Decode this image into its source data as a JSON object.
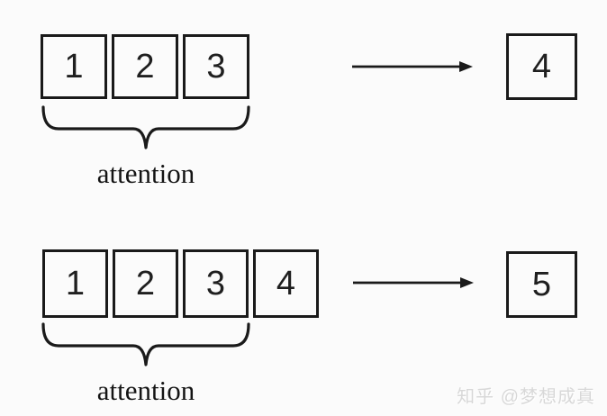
{
  "colors": {
    "line": "#1a1a1a",
    "background": "#fbfbfb",
    "watermark_text": "#d8d8d8"
  },
  "diagram": {
    "rows": [
      {
        "tokens": [
          "1",
          "2",
          "3"
        ],
        "brace_label": "attention",
        "output": "4"
      },
      {
        "tokens": [
          "1",
          "2",
          "3",
          "4"
        ],
        "brace_label": "attention",
        "output": "5"
      }
    ]
  },
  "watermark": {
    "text": "知乎 @梦想成真"
  }
}
